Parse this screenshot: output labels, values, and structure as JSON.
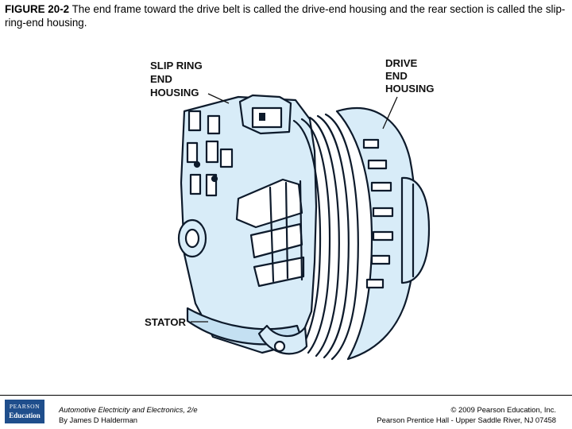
{
  "caption": {
    "figure_number": "FIGURE 20-2",
    "text": "The end frame toward the drive belt is called the drive-end housing and the rear section is called the slip-ring-end housing."
  },
  "diagram": {
    "labels": {
      "slip_ring": [
        "SLIP RING",
        "END",
        "HOUSING"
      ],
      "drive": [
        "DRIVE",
        "END",
        "HOUSING"
      ],
      "stator": "STATOR"
    },
    "colors": {
      "fill": "#d8ecf8",
      "outline": "#0d1a2b"
    }
  },
  "footer": {
    "logo": {
      "line1": "PEARSON",
      "line2": "Education"
    },
    "book_title": "Automotive Electricity and Electronics, 2/e",
    "author": "By James D Halderman",
    "copyright": "© 2009 Pearson Education, Inc.",
    "publisher": "Pearson Prentice Hall - Upper Saddle River, NJ 07458"
  }
}
